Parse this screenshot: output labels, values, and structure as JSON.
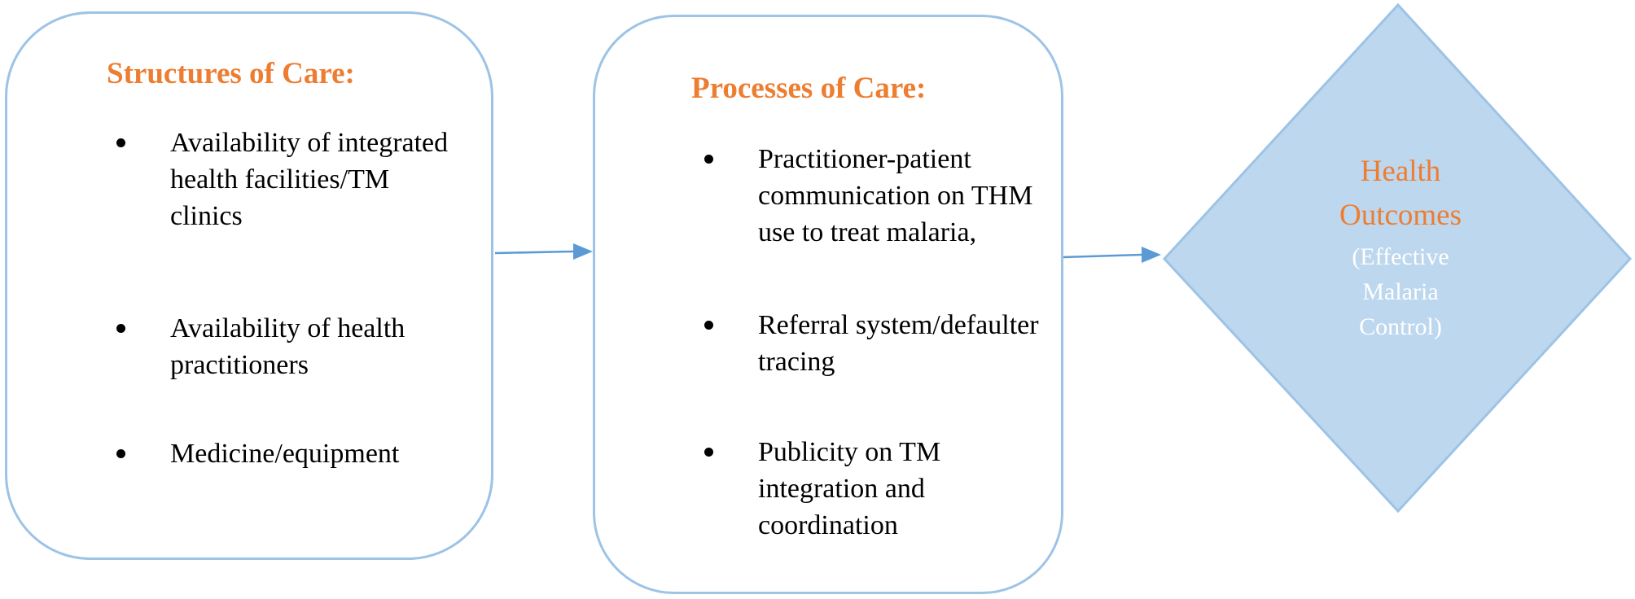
{
  "structures": {
    "title": "Structures of Care:",
    "items": [
      "Availability of integrated health facilities/TM clinics",
      "Availability of health practitioners",
      "Medicine/equipment"
    ]
  },
  "processes": {
    "title": "Processes of Care:",
    "items": [
      "Practitioner-patient communication on THM use to treat malaria,",
      "Referral system/defaulter tracing",
      "Publicity on TM integration and coordination"
    ]
  },
  "outcome": {
    "title": "Health Outcomes",
    "subtitle": "(Effective Malaria Control)"
  },
  "colors": {
    "box_border": "#9dc3e6",
    "title": "#ed7d31",
    "diamond_fill": "#bdd7ee",
    "arrow": "#5b9bd5"
  }
}
